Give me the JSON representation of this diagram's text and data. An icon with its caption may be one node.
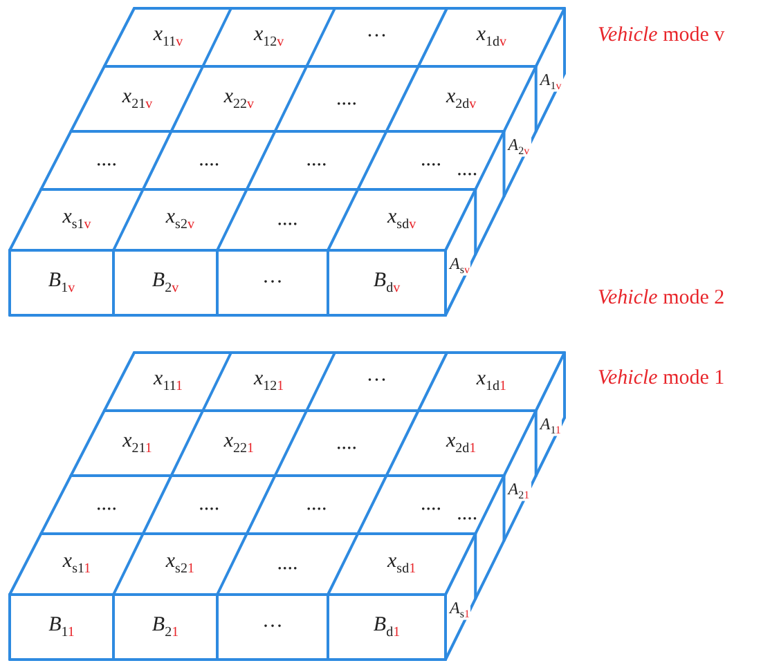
{
  "diagram": {
    "labels": [
      "*x*$_{11v}$",
      "*x*$_{12v}$",
      "···",
      "*x*$_{1dv}$",
      "*Vehicle* mode v",
      "*A*$_{1v}$",
      "*x*$_{21v}$",
      "*x*$_{22v}$",
      "....",
      "*x*$_{2dv}$",
      "*A*$_{2v}$",
      "....",
      "....",
      "....",
      "....",
      "....",
      "*x*$_{s1v}$",
      "*x*$_{s2v}$",
      "....",
      "*x*$_{sdv}$",
      "*A*$_{sv}$",
      "*B*$_{1v}$",
      "*B*$_{2v}$",
      "···",
      "*B*$_{dv}$",
      "*Vehicle* mode 2",
      "*x*$_{111}$",
      "*x*$_{121}$",
      "···",
      "*x*$_{1d1}$",
      "*Vehicle* mode 1",
      "*A*$_{11}$",
      "*x*$_{211}$",
      "*x*$_{221}$",
      "....",
      "*x*$_{2d1}$",
      "*A*$_{21}$",
      "....",
      "....",
      "....",
      "....",
      "....",
      "*x*$_{s11}$",
      "*x*$_{s21}$",
      "....",
      "*x*$_{sd1}$",
      "*A*$_{s1}$",
      "*B*$_{11}$",
      "*B*$_{21}$",
      "···",
      "*B*$_{d1}$"
    ]
  }
}
